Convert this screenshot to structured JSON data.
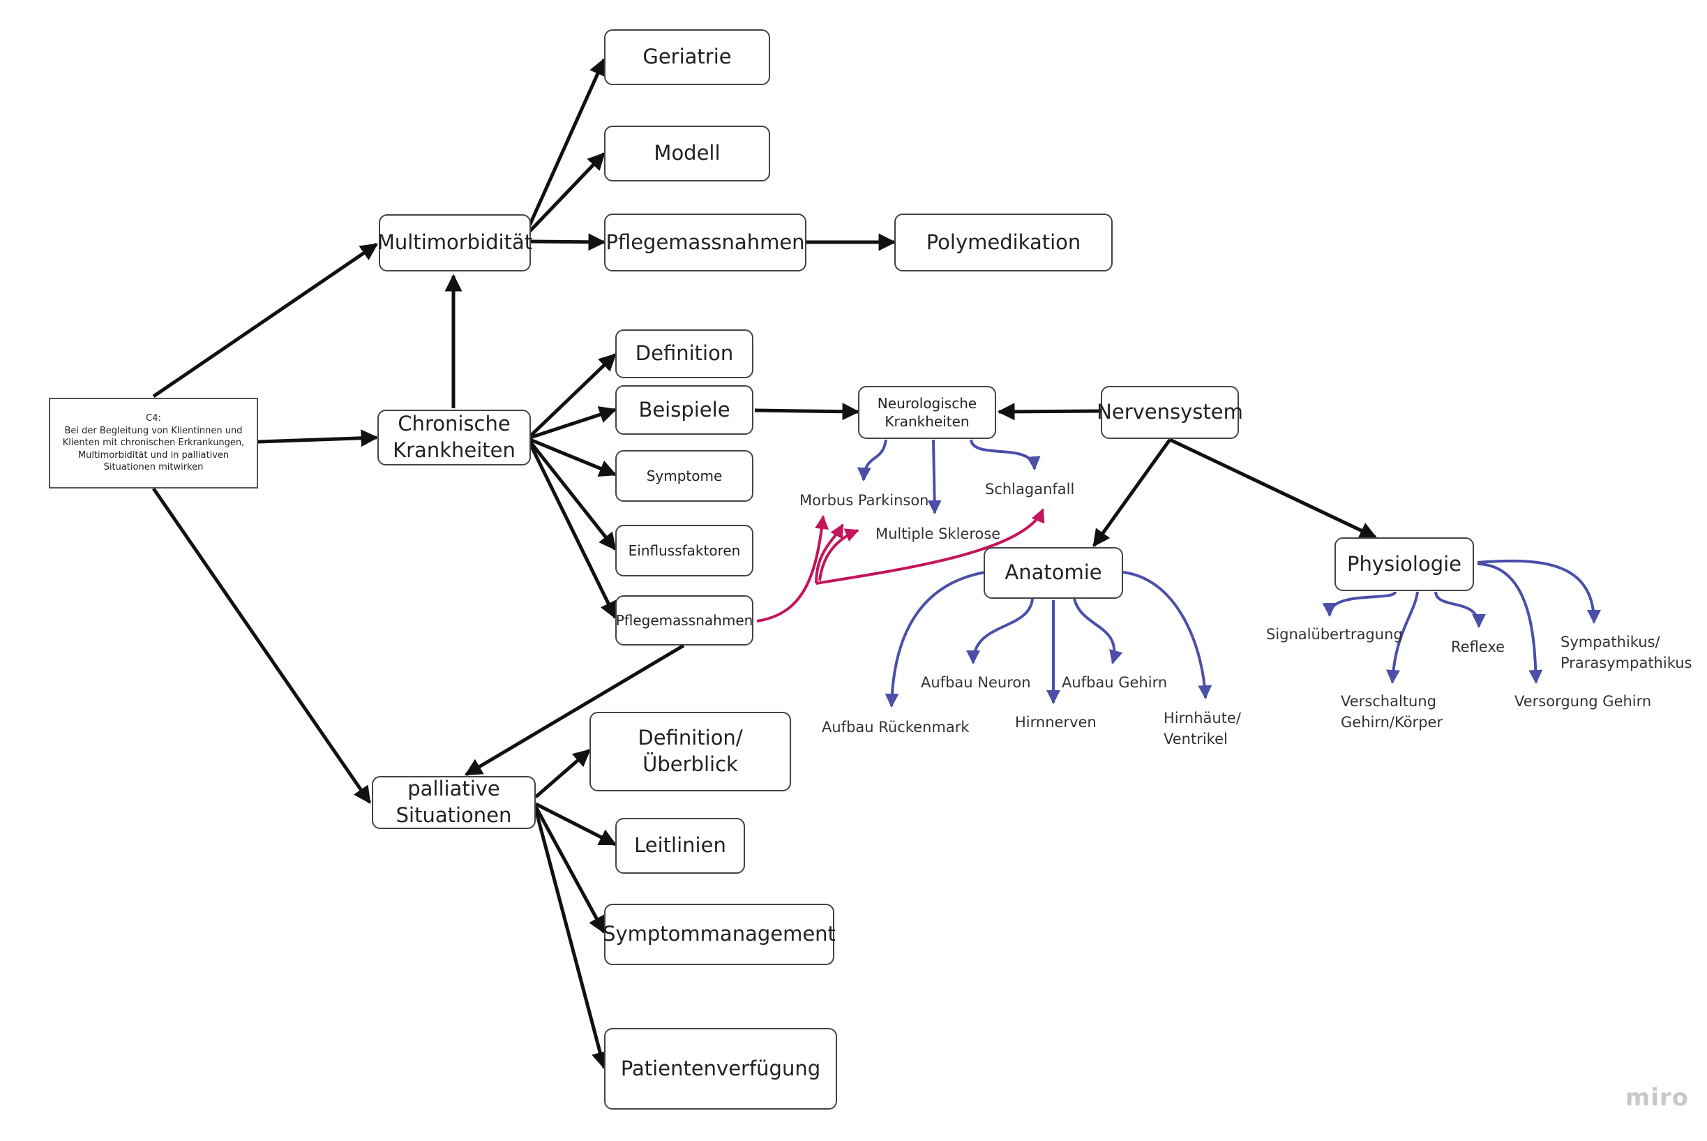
{
  "root": {
    "title": "C4:",
    "text": "Bei der Begleitung von Klientinnen und Klienten mit chronischen Erkrankungen, Multimorbidität und in palliativen Situationen mitwirken"
  },
  "nodes": {
    "multimorbiditaet": "Multimorbidität",
    "geriatrie": "Geriatrie",
    "modell": "Modell",
    "pflege_mm": "Pflegemassnahmen",
    "polymedikation": "Polymedikation",
    "chronische": [
      "Chronische",
      "Krankheiten"
    ],
    "definition": "Definition",
    "beispiele": "Beispiele",
    "symptome": "Symptome",
    "einflussfaktoren": "Einflussfaktoren",
    "pflege_ck": "Pflegemassnahmen",
    "neuro": [
      "Neurologische",
      "Krankheiten"
    ],
    "nervensystem": "Nervensystem",
    "anatomie": "Anatomie",
    "physiologie": "Physiologie",
    "palliative": [
      "palliative",
      "Situationen"
    ],
    "definition_ueberblick": [
      "Definition/",
      "Überblick"
    ],
    "leitlinien": "Leitlinien",
    "symptommanagement": "Symptommanagement",
    "patientenverfuegung": "Patientenverfügung"
  },
  "labels": {
    "morbus_parkinson": "Morbus Parkinson",
    "multiple_sklerose": "Multiple Sklerose",
    "schlaganfall": "Schlaganfall",
    "aufbau_rueckenmark": "Aufbau Rückenmark",
    "aufbau_neuron": "Aufbau Neuron",
    "hirnnerven": "Hirnnerven",
    "aufbau_gehirn": "Aufbau Gehirn",
    "hirnhaeute": [
      "Hirnhäute/",
      "Ventrikel"
    ],
    "signaluebertragung": "Signalübertragung",
    "verschaltung": [
      "Verschaltung",
      "Gehirn/Körper"
    ],
    "reflexe": "Reflexe",
    "versorgung_gehirn": "Versorgung Gehirn",
    "sympathikus": [
      "Sympathikus/",
      "Prarasympathikus"
    ]
  },
  "brand": "miro",
  "colors": {
    "arrow": "#111111",
    "blue": "#4b4fa8",
    "magenta": "#c4145a",
    "border": "#444444"
  }
}
